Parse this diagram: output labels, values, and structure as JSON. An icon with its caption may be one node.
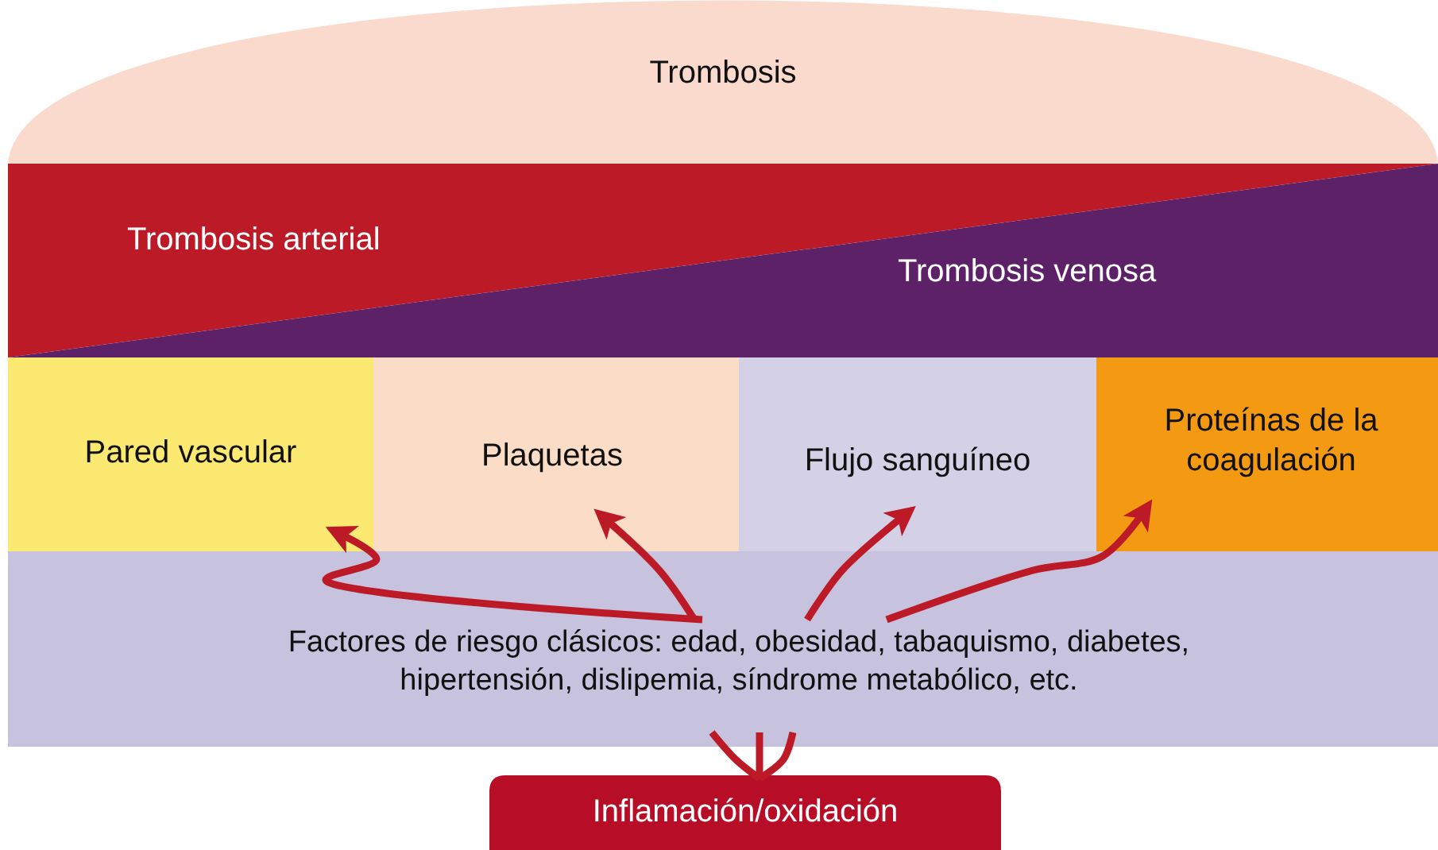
{
  "diagram": {
    "nodes": [
      {
        "text": [
          "Trombosis"
        ]
      },
      {
        "text": [
          "Trombosis arterial"
        ]
      },
      {
        "text": [
          "Trombosis venosa"
        ]
      },
      {
        "text": [
          "Pared vascular"
        ]
      },
      {
        "text": [
          "Plaquetas"
        ]
      },
      {
        "text": [
          "Flujo sanguíneo"
        ]
      },
      {
        "text": [
          "Proteínas de la coagulación"
        ]
      },
      {
        "text": [
          "Factores de riesgo clásicos: edad, obesidad, tabaquismo, diabetes, hipertensión, dislipemia, síndrome metabólico, etc."
        ]
      },
      {
        "text": [
          "Inflamación/oxidación"
        ]
      }
    ],
    "edges": [
      {
        "from": 7,
        "to": 3,
        "arrow": "to"
      },
      {
        "from": 7,
        "to": 4,
        "arrow": "to"
      },
      {
        "from": 7,
        "to": 5,
        "arrow": "to"
      },
      {
        "from": 7,
        "to": 6,
        "arrow": "to"
      },
      {
        "from": 7,
        "to": 8,
        "arrow": "none"
      },
      {
        "from": 7,
        "to": 8,
        "arrow": "none"
      },
      {
        "from": 7,
        "to": 8,
        "arrow": "none"
      }
    ]
  }
}
